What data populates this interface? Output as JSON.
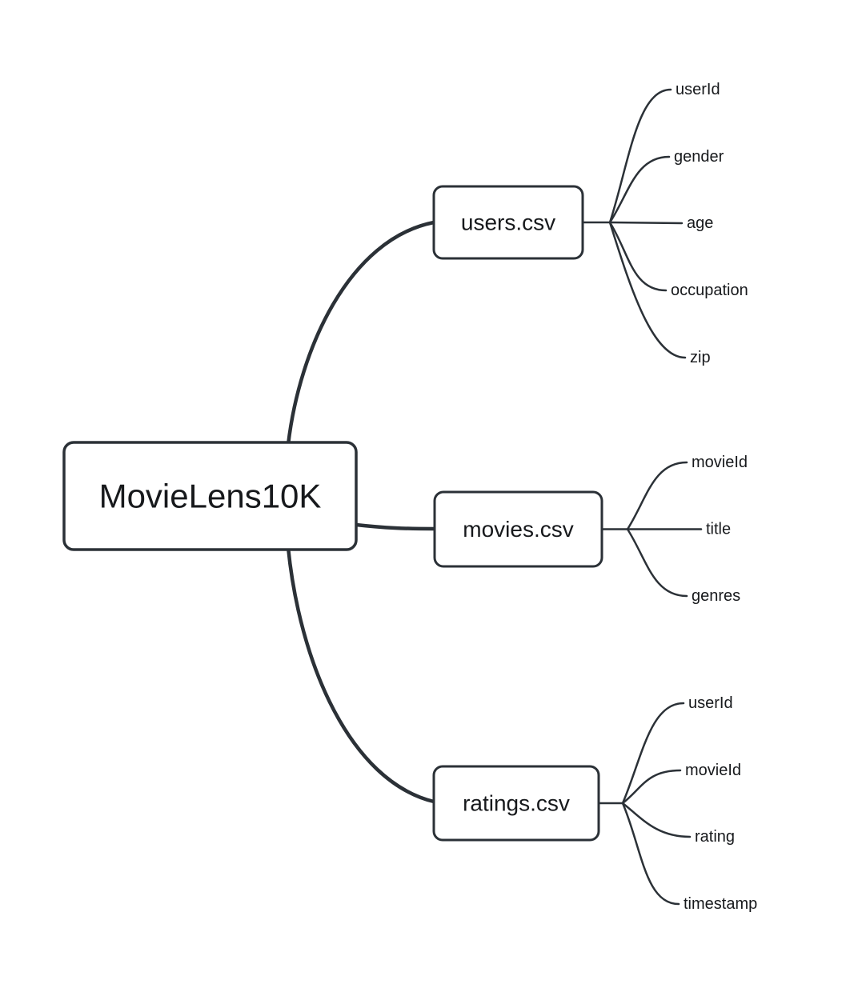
{
  "diagram": {
    "type": "mindmap",
    "root": {
      "label": "MovieLens10K"
    },
    "branches": [
      {
        "label": "users.csv",
        "leaves": [
          "userId",
          "gender",
          "age",
          "occupation",
          "zip"
        ]
      },
      {
        "label": "movies.csv",
        "leaves": [
          "movieId",
          "title",
          "genres"
        ]
      },
      {
        "label": "ratings.csv",
        "leaves": [
          "userId",
          "movieId",
          "rating",
          "timestamp"
        ]
      }
    ],
    "colors": {
      "stroke": "#2b3137",
      "text": "#17191c",
      "node_fill": "#ffffff",
      "background": "#ffffff"
    }
  }
}
